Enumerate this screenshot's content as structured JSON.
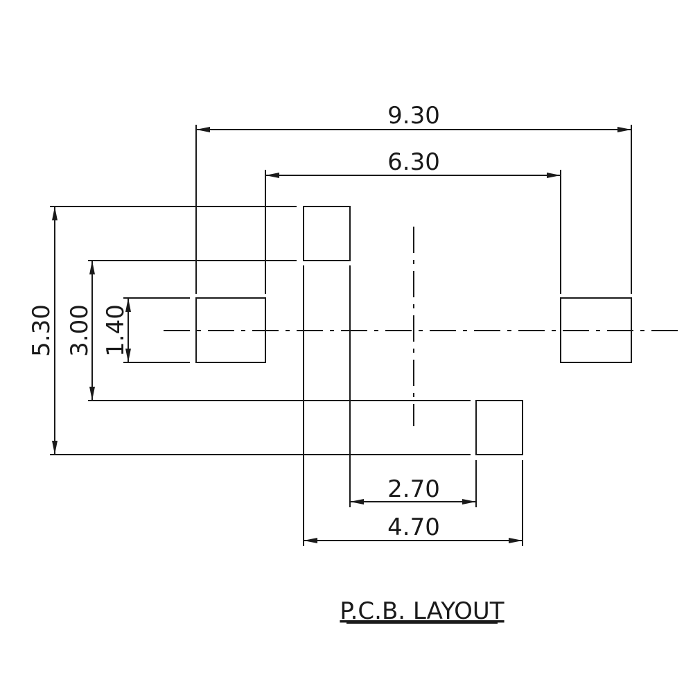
{
  "dimensions": {
    "pad_pitch_outer_x": "9.30",
    "pad_pitch_inner_x": "6.30",
    "overall_height": "5.30",
    "inner_height": "3.00",
    "pad_height": "1.40",
    "offset_small": "2.70",
    "offset_large": "4.70"
  },
  "title": "P.C.B. LAYOUT"
}
